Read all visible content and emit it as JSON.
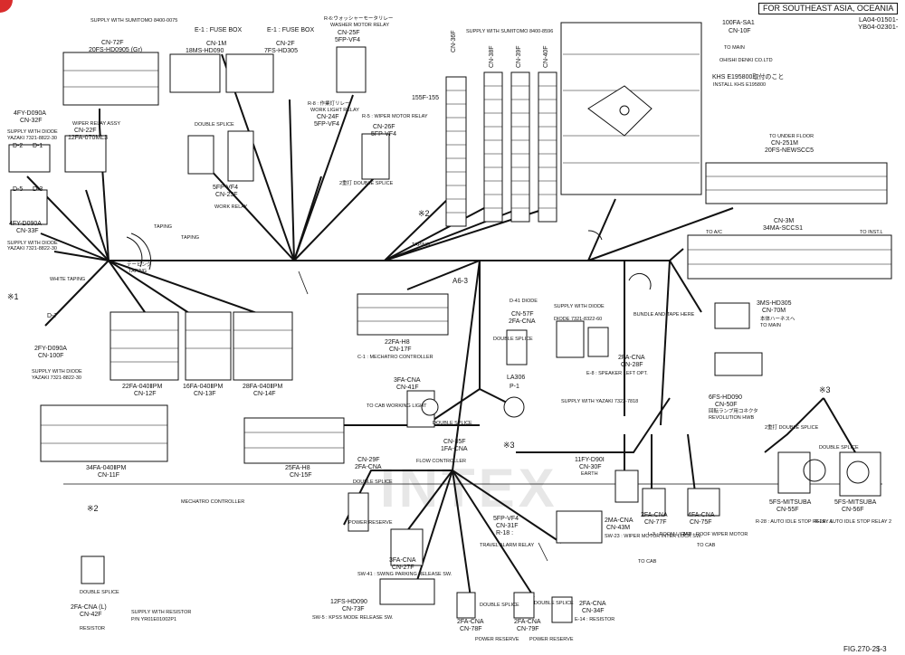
{
  "header": {
    "region": "FOR SOUTHEAST ASIA, OCEANIA",
    "code1": "LA04-01501-",
    "code2": "YB04-02301-"
  },
  "figure": {
    "number": "FIG.270-2$-3"
  },
  "watermark": {
    "text": "INTEX"
  },
  "marks": {
    "x1": "※1",
    "x2a": "※2",
    "x2b": "※2",
    "x3a": "※3",
    "x3b": "※3"
  },
  "harness": {
    "main": "A6-3"
  },
  "labels": {
    "supply_sumitomo_top": "SUPPLY WITH SUMITOMO 8400-0075",
    "cn72f": "CN-72F",
    "cn72f_type": "20FS-HD0905 (Gr)",
    "e1_fuse_a": "E-1 : FUSE BOX",
    "cn1m": "CN-1M",
    "cn1m_type": "18MS-HD090",
    "e1_fuse_b": "E-1 : FUSE BOX",
    "cn2f": "CN-2F",
    "cn2f_type": "7FS-HD305",
    "r6_relay": "R-6:ウォッシャーモータリレー",
    "r6_washer": "WASHER MOTOR RELAY",
    "cn25f": "CN-25F",
    "cn25f_type": "5FP-VF4",
    "supply_sumitomo_mid": "SUPPLY WITH SUMITOMO 8400-8596",
    "fs155": "155F-155",
    "cn36f": "CN-36F",
    "cn38f": "CN-38F",
    "cn39f": "CN-39F",
    "cn40f": "CN-40F",
    "fa100": "100FA-SA1",
    "cn10f": "CN-10F",
    "to_main_top": "TO MAIN",
    "ohishi": "OHISHI DENKI CO.LTD",
    "khs": "KHS E195800取付のこと",
    "install_khs": "INSTALL KHS E195800",
    "fy4_a": "4FY-D090A",
    "cn32f": "CN-32F",
    "wiper_relay_assy": "WIPER RELAY ASSY",
    "cn22f": "CN-22F",
    "cn22f_type": "12FA-070ML3",
    "supply_diode_a": "SUPPLY WITH DIODE",
    "yazaki_a": "YAZAKI 7321-8822-30",
    "d2": "D-2",
    "d1": "D-1",
    "d5": "D-5",
    "d3": "D-3",
    "fy4_b": "4FY-D090A",
    "cn33f": "CN-33F",
    "supply_diode_b": "SUPPLY WITH DIODE",
    "yazaki_b": "YAZAKI 7321-8822-30",
    "white_taping": "WHITE TAPING",
    "double_splice_23": "DOUBLE SPLICE",
    "cn23f_type": "5FP-VF4",
    "cn23f": "CN-23F",
    "work_relay": "WORK RELAY",
    "r8_relay": "R-8 : 作業灯リレー",
    "work_light_relay": "WORK LIGHT RELAY",
    "cn24f": "CN-24F",
    "cn24f_type": "5FP-VF4",
    "splice2_24": "2重打 DOUBLE SPLICE",
    "r5_wiper": "R-5 : WIPER MOTOR RELAY",
    "cn26f": "CN-26F",
    "cn26f_type": "5FP-VF4",
    "taping_a": "TAPING",
    "taping_b": "TAPING",
    "taping_c": "TAPING",
    "teeping": "テーピング",
    "taping_d": "TAPING",
    "to_under_floor": "TO UNDER FLOOR",
    "cn251m": "CN-251M",
    "cn251m_type": "20FS-NEWSCC5",
    "cn3m": "CN-3M",
    "cn3m_type": "34MA-SCCS1",
    "to_ac": "TO A/C",
    "to_inst_l": "TO INST.L",
    "d7": "D-7",
    "fy2": "2FY-D090A",
    "cn100f": "CN-100F",
    "supply_diode_c": "SUPPLY WITH DIODE",
    "yazaki_c": "YAZAKI 7321-8822-30",
    "cn12f": "CN-12F",
    "cn12f_type": "22FA-040ⅡPM",
    "cn13f": "CN-13F",
    "cn13f_type": "16FA-040ⅡPM",
    "cn14f": "CN-14F",
    "cn14f_type": "28FA-040ⅡPM",
    "cn17f": "CN-17F",
    "cn17f_type": "22FA-H8",
    "c1_mechatro": "C-1 : MECHATRO CONTROLLER",
    "cn11f": "CN-11F",
    "cn11f_type": "34FA-040ⅡPM",
    "cn15f": "CN-15F",
    "cn15f_type": "25FA-H8",
    "mechatro_controller": "MECHATRO CONTROLLER",
    "d41": "D-41 DIODE",
    "cn57f": "CN-57F",
    "cn57f_type": "2FA-CNA",
    "double_splice_57": "DOUBLE SPLICE",
    "supply_diode_d": "SUPPLY WITH DIODE",
    "diode_d": "DIODE 7321-8322-60",
    "bundle": "BUNDLE AND TAPE HERE",
    "cn28f": "CN-28F",
    "cn28f_type": "2FA-CNA",
    "e8_speaker": "E-8 : SPEAKER LEFT OPT.",
    "ms3": "3MS-HD305",
    "cn70m": "CN-70M",
    "to_main_jp": "本体ハーネスへ",
    "to_main_mid": "TO MAIN",
    "cn41f": "CN-41F",
    "cn41f_type": "3FA-CNA",
    "cab_light": "TO CAB WORKING LIGHT",
    "double_splice_41": "DOUBLE SPLICE",
    "la306": "LA306",
    "p1": "P-1",
    "supply_yazaki": "SUPPLY WITH YAZAKI 7322-7818",
    "cn35f": "CN-35F",
    "cn35f_type": "1FA-CNA",
    "cn29f": "CN-29F",
    "cn29f_type": "2FA-CNA",
    "flow_controller": "FLOW CONTROLLER",
    "double_splice_29": "DOUBLE SPLICE",
    "power_reserve_a": "POWER RESERVE",
    "fy11": "11FY-D90Ⅰ",
    "cn30f": "CN-30F",
    "earth": "EARTH",
    "fs6": "6FS-HD090",
    "cn50f": "CN-50F",
    "rev_jp": "回転ランプ用コネクタ",
    "rev_lamp": "REVOLUTION HWB",
    "splice2_55": "2重打 DOUBLE SPLICE",
    "double_splice_56": "DOUBLE SPLICE",
    "cn55f": "CN-55F",
    "cn55f_type": "5FS-MITSUBA",
    "cn56f": "CN-56F",
    "cn56f_type": "5FS-MITSUBA",
    "r28": "R-28 : AUTO IDLE STOP RELAY 1",
    "r29": "R-29 : AUTO IDLE STOP RELAY 2",
    "cn31f": "CN-31F",
    "cn31f_type": "5FP-VF4",
    "r18": "R-18 :",
    "travel_alarm": "TRAVEL ALARM RELAY",
    "cn43m": "CN-43M",
    "cn43m_type": "2MA-CNA",
    "sw23": "SW-23 : WIPER MOTOR INTER LOCK SW.",
    "cn77f": "CN-77F",
    "cn77f_type": "2FA-CNA",
    "l3": "L-3 : ROOM LIGHT",
    "cn75f": "CN-75F",
    "cn75f_type": "4FA-CNA",
    "m8": "M-8 : ROOF WIPER MOTOR",
    "to_cab_a": "TO CAB",
    "to_cab_b": "TO CAB",
    "cn27f": "CN-27F",
    "cn27f_type": "3FA-CNA",
    "sw41": "SW-41 : SWING PARKING RELEASE SW.",
    "cn73f": "CN-73F",
    "cn73f_type": "12FS-HD090",
    "sw5": "SW-5 : KPSS MODE RELEASE SW.",
    "double_splice_78": "DOUBLE SPLICE",
    "cn78f": "CN-78F",
    "cn78f_type": "2FA-CNA",
    "double_splice_79": "DOUBLE SPLICE",
    "cn79f": "CN-79F",
    "cn79f_type": "2FA-CNA",
    "power_reserve_b": "POWER RESERVE",
    "power_reserve_c": "POWER RESERVE",
    "cn34f": "CN-34F",
    "cn34f_type": "2FA-CNA",
    "e14": "E-14 : RESISTOR",
    "double_splice_42": "DOUBLE SPLICE",
    "cn42f": "CN-42F",
    "cn42f_type": "2FA-CNA (L)",
    "resistor": "RESISTOR",
    "supply_resistor": "SUPPLY WITH RESISTOR",
    "pn": "P/N YR01E01002P1"
  }
}
